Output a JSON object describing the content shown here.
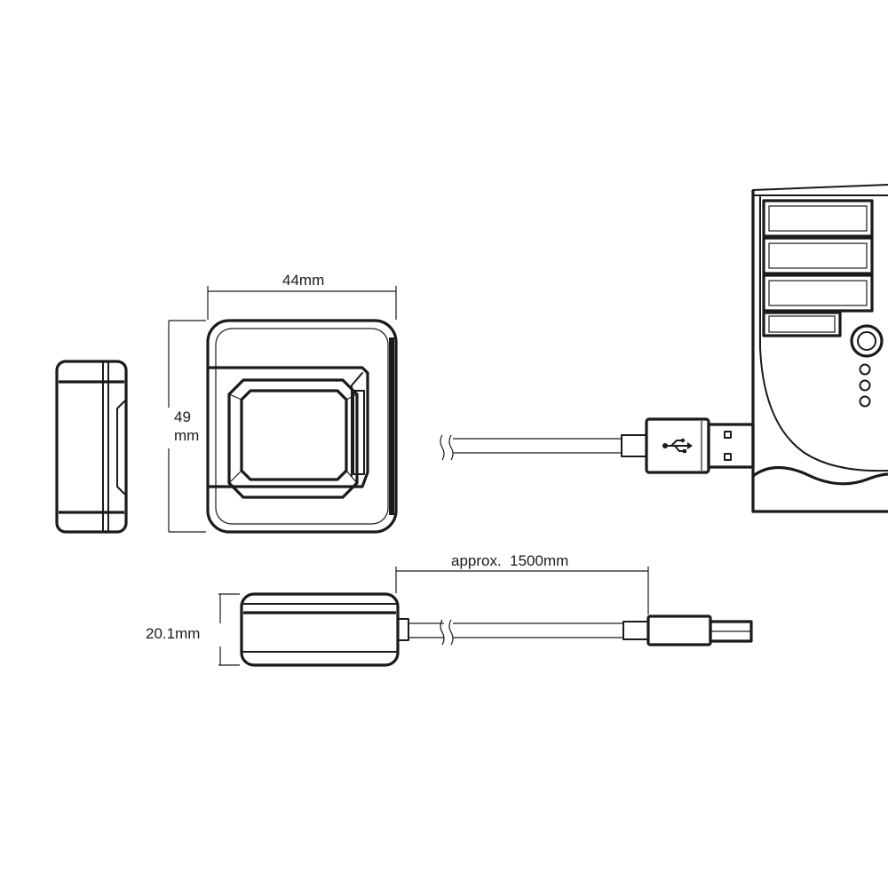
{
  "dimensions": {
    "width_label": "44mm",
    "height_label_line1": "49",
    "height_label_line2": "mm",
    "thickness_label": "20.1mm",
    "cable_length_label": "approx.  1500mm"
  },
  "icons": {
    "usb_symbol": "usb-symbol-icon"
  }
}
